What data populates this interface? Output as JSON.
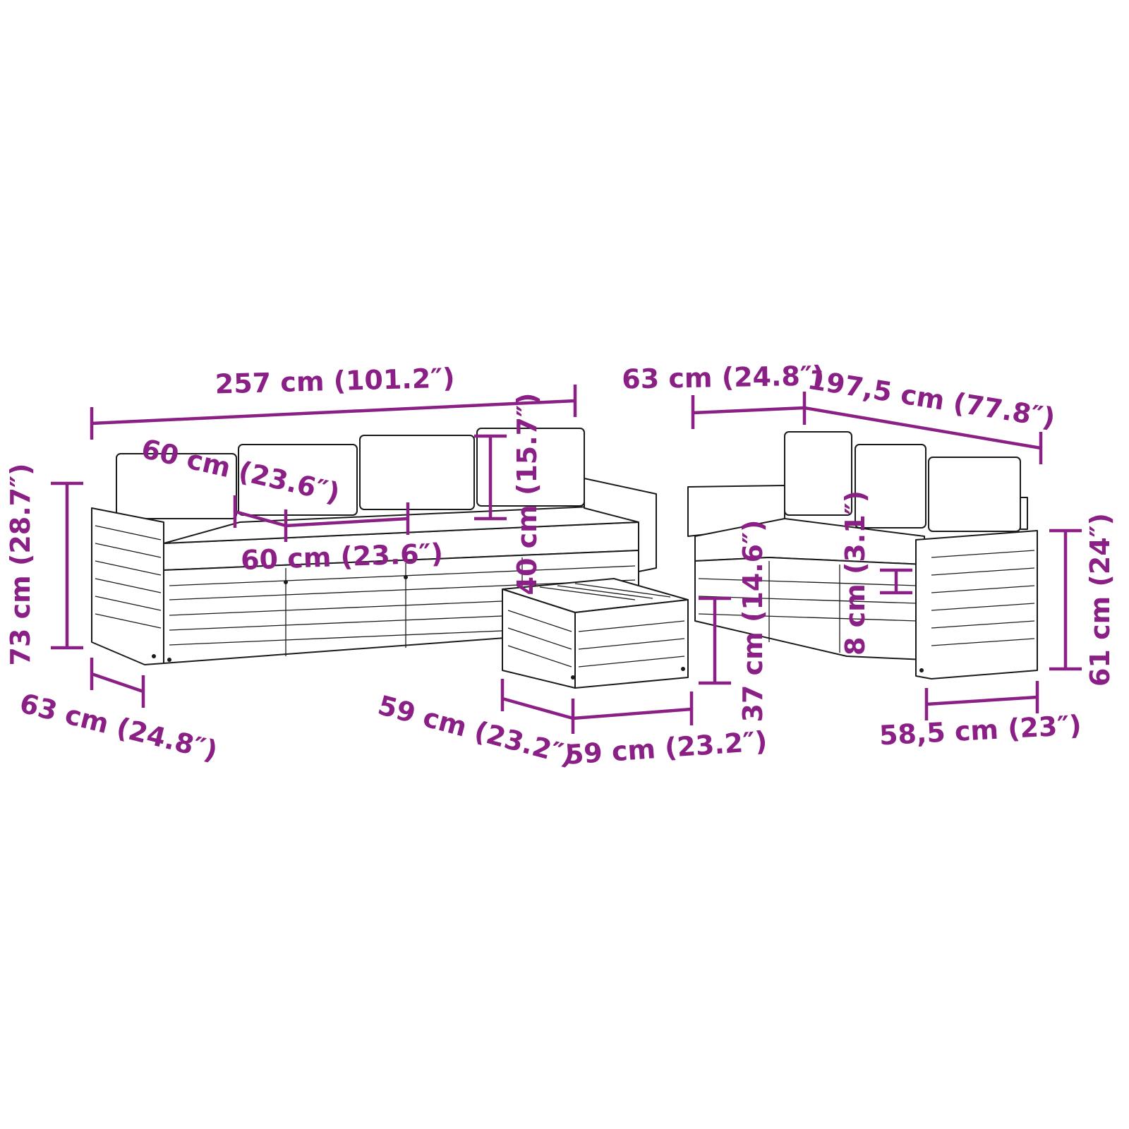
{
  "accent_color": "#8a1f86",
  "line_color": "#1a1a1a",
  "dimensions": {
    "sofa_total_width": "257 cm (101.2″)",
    "sofa_height": "73 cm (28.7″)",
    "sofa_depth": "63 cm (24.8″)",
    "module_width_back": "60 cm (23.6″)",
    "module_width_front": "60 cm (23.6″)",
    "backrest_height": "40 cm (15.7″)",
    "table_depth": "59 cm (23.2″)",
    "table_width": "59 cm (23.2″)",
    "table_height": "37 cm (14.6″)",
    "corner_depth": "63 cm (24.8″)",
    "corner_length": "197,5 cm (77.8″)",
    "cushion_thickness": "8 cm (3.1″)",
    "corner_seat_height": "61 cm (24″)",
    "armrest_width": "58,5 cm (23″)"
  }
}
